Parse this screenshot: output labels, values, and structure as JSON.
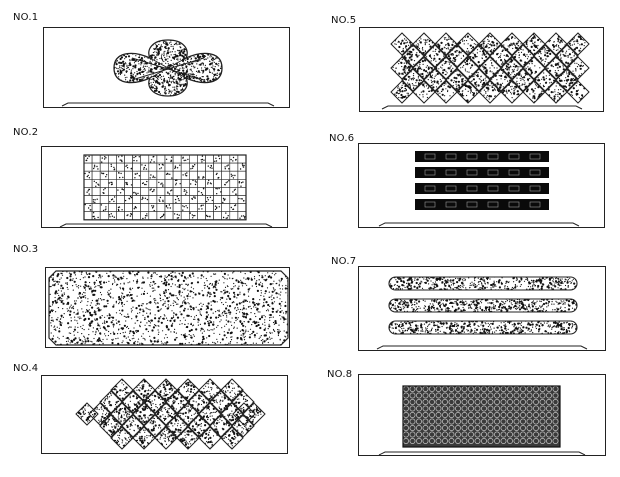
{
  "panels": [
    {
      "id": "no1",
      "label": "NO.1",
      "pattern": "diamond-knot"
    },
    {
      "id": "no2",
      "label": "NO.2",
      "pattern": "checker-grid"
    },
    {
      "id": "no3",
      "label": "NO.3",
      "pattern": "full-speckle-chamfered"
    },
    {
      "id": "no4",
      "label": "NO.4",
      "pattern": "diamond-cluster"
    },
    {
      "id": "no5",
      "label": "NO.5",
      "pattern": "diamond-lattice"
    },
    {
      "id": "no6",
      "label": "NO.6",
      "pattern": "black-bars"
    },
    {
      "id": "no7",
      "label": "NO.7",
      "pattern": "rounded-slots"
    },
    {
      "id": "no8",
      "label": "NO.8",
      "pattern": "circle-mesh"
    }
  ],
  "colors": {
    "ink": "#111111",
    "stroke": "#222222",
    "mesh": "#3a3a3a"
  }
}
